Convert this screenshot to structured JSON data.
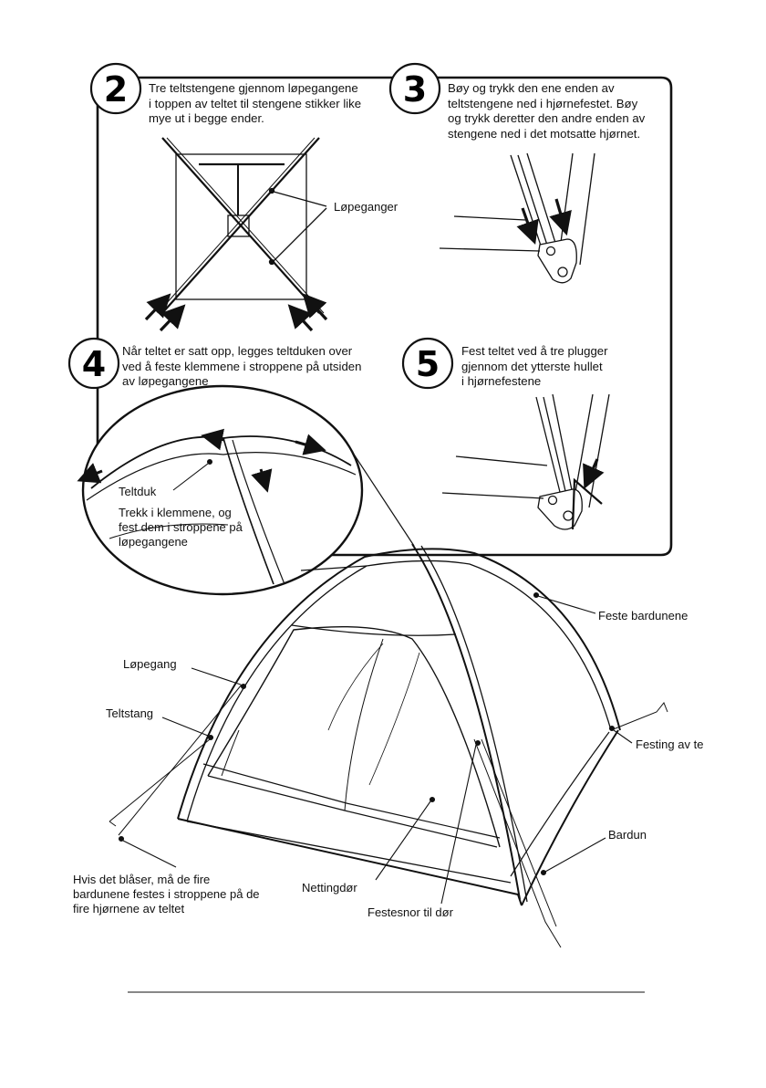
{
  "steps": [
    {
      "number": "2",
      "text": "Tre teltstengene gjennom løpegangene\ni toppen av teltet til stengene stikker like\nmye ut i begge ender."
    },
    {
      "number": "3",
      "text": "Bøy og trykk den ene enden av\nteltstengene ned i hjørnefestet. Bøy\nog trykk deretter den andre enden av\nstengene ned i det motsatte hjørnet."
    },
    {
      "number": "4",
      "text": "Når teltet er satt opp, legges teltduken over\nved å feste klemmene i stroppene på utsiden\nav løpegangene"
    },
    {
      "number": "5",
      "text": "Fest teltet ved å tre plugger\ngjennom det ytterste hullet\ni hjørnefestene"
    }
  ],
  "labels": {
    "lopeganger": "Løpeganger",
    "teltduk": "Teltduk",
    "klemmer": "Trekk i klemmene, og\nfest dem i stroppene på\nløpegangene",
    "feste_bardunene": "Feste bardunene",
    "lopegang": "Løpegang",
    "teltstang": "Teltstang",
    "festing": "Festing av te",
    "bardun": "Bardun",
    "hvis_blaser": "Hvis det blåser, må de fire\nbardunene festes i stroppene på de\nfire hjørnene av teltet",
    "nettingdor": "Nettingdør",
    "festesnor": "Festesnor til dør"
  }
}
